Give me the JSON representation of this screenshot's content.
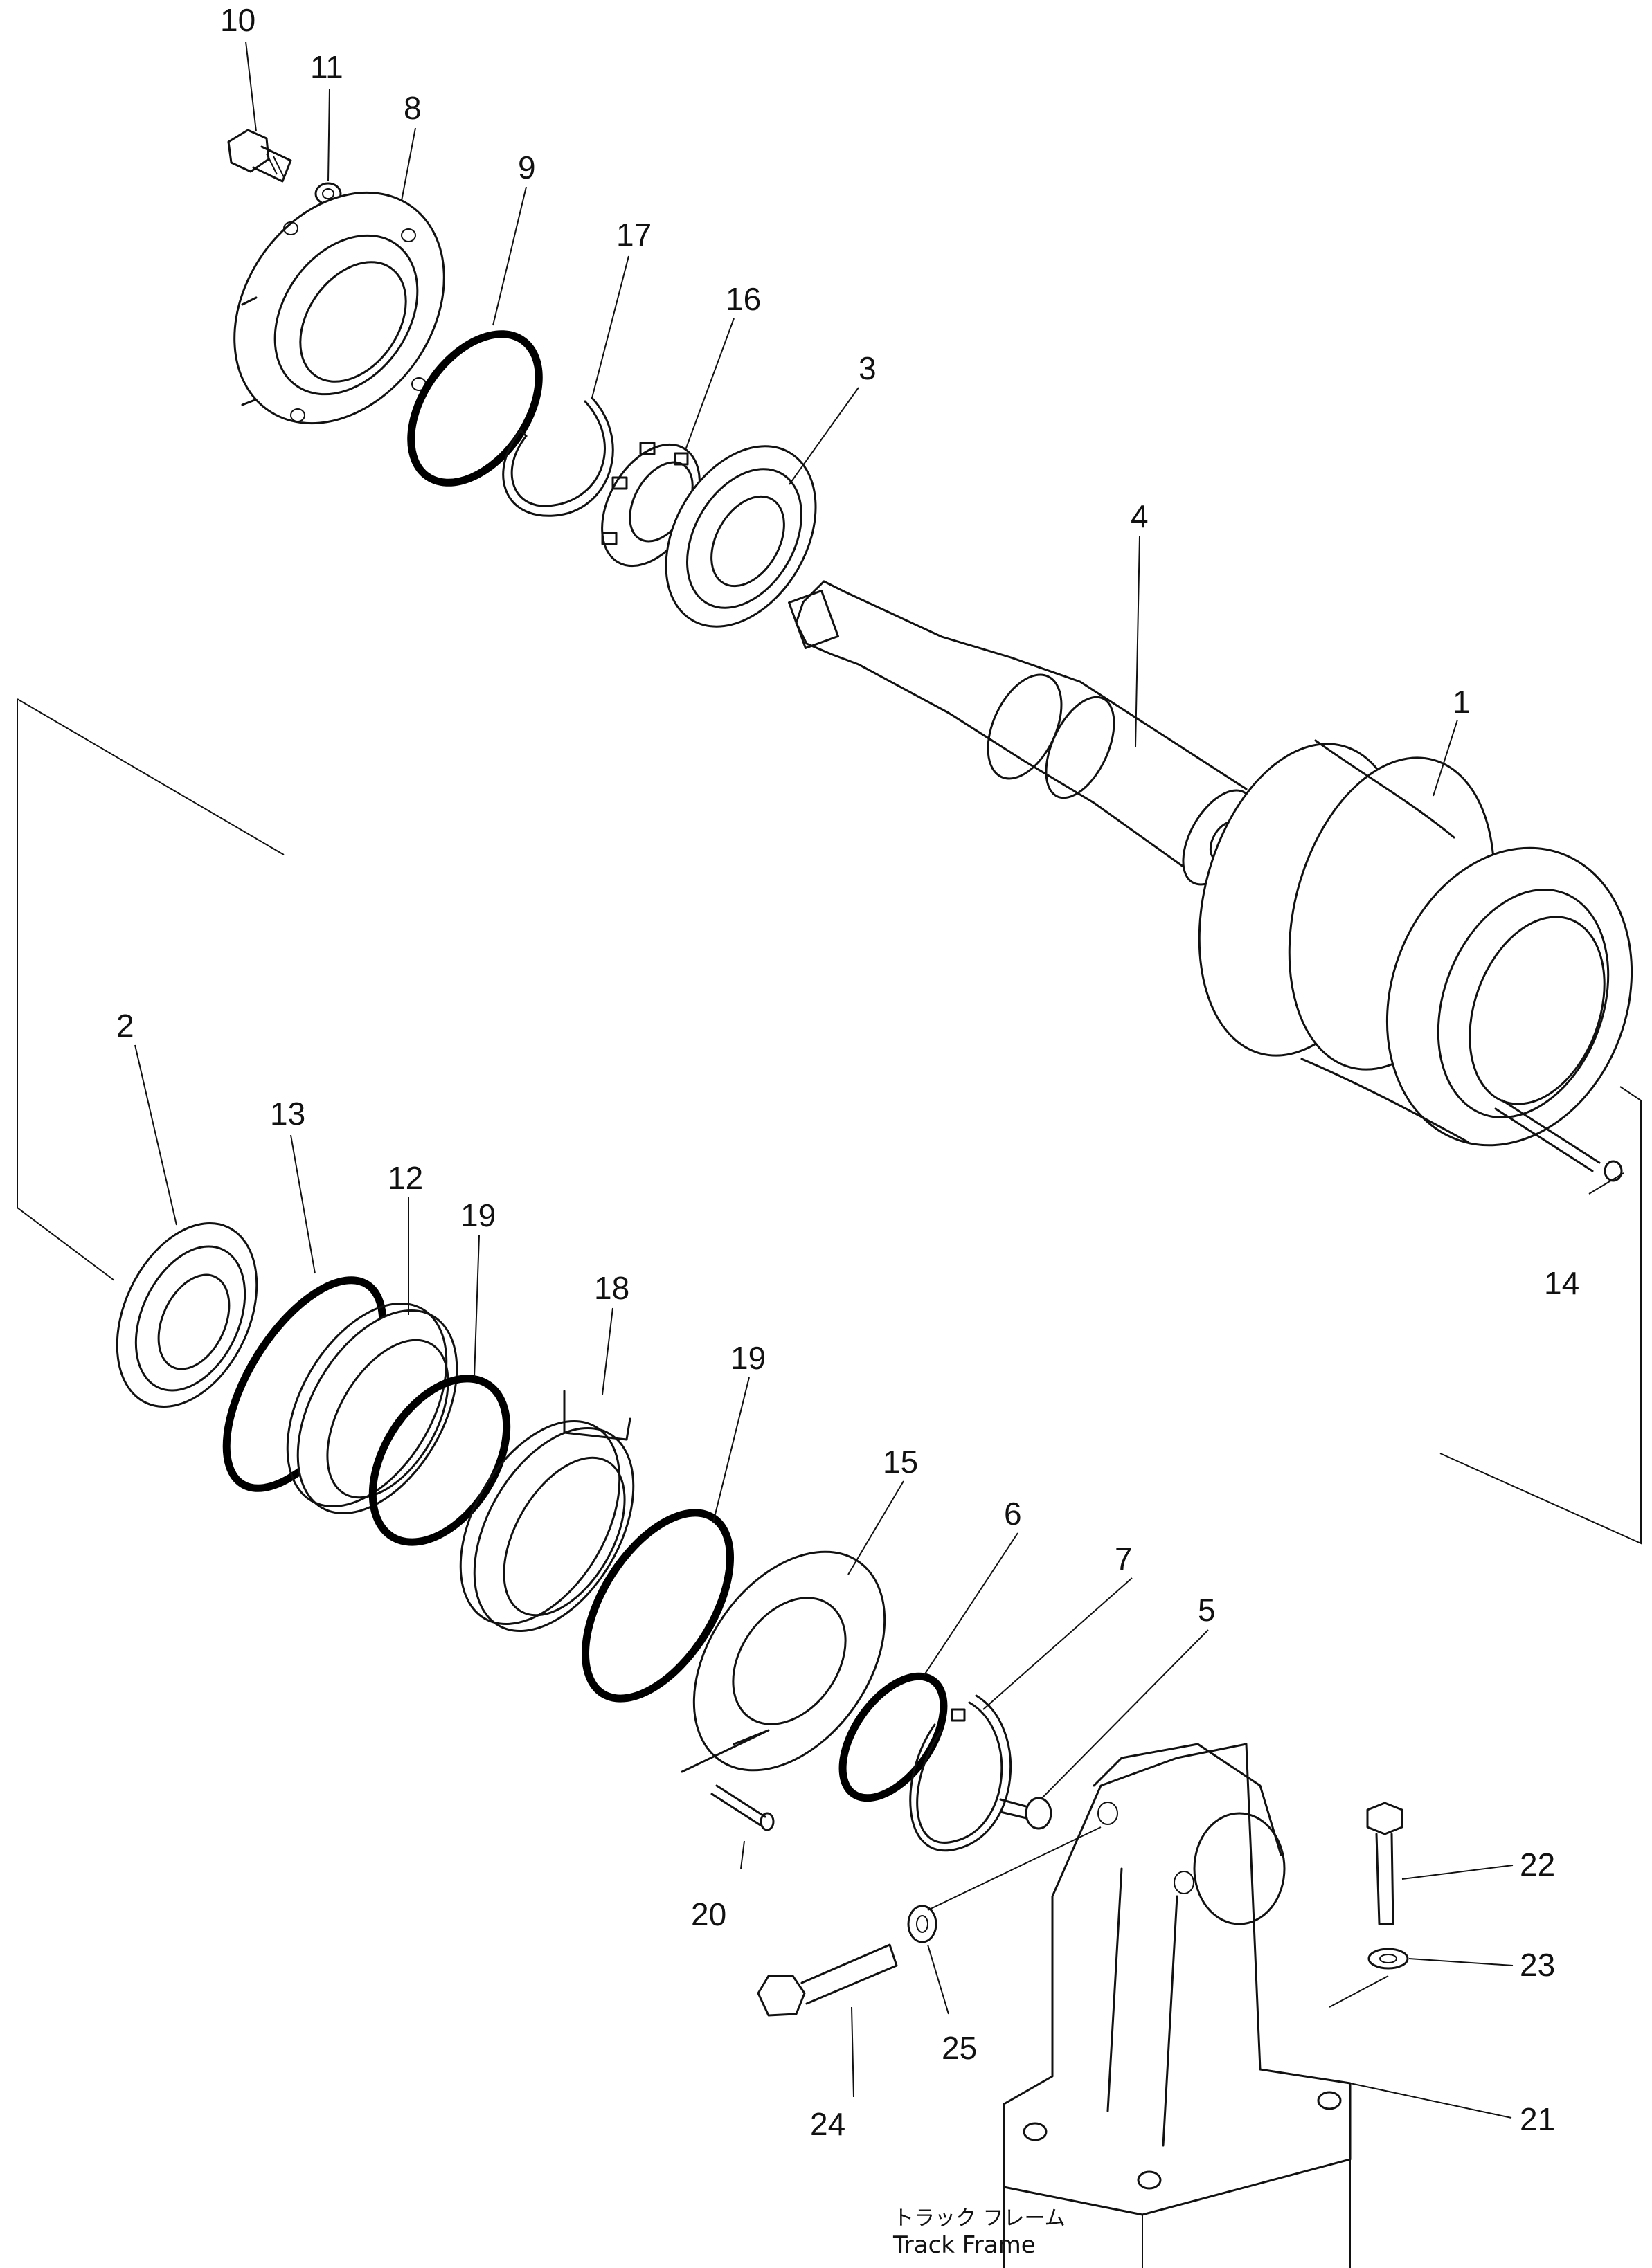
{
  "callouts": {
    "p1": "1",
    "p2": "2",
    "p3": "3",
    "p4": "4",
    "p5": "5",
    "p6": "6",
    "p7": "7",
    "p8": "8",
    "p9": "9",
    "p10": "10",
    "p11": "11",
    "p12": "12",
    "p13": "13",
    "p14": "14",
    "p15": "15",
    "p16": "16",
    "p17": "17",
    "p18": "18",
    "p19a": "19",
    "p19b": "19",
    "p20": "20",
    "p21": "21",
    "p22": "22",
    "p23": "23",
    "p24": "24",
    "p25": "25"
  },
  "frame_caption": {
    "japanese": "トラック フレーム",
    "english": "Track Frame"
  }
}
